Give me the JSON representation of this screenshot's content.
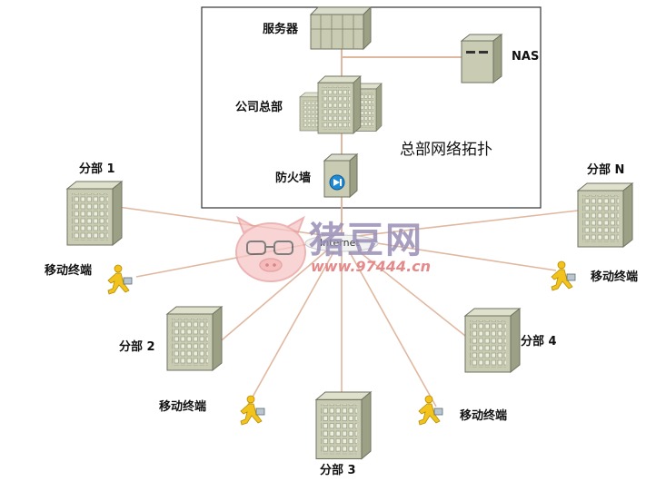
{
  "hq": {
    "title": "总部网络拓扑",
    "server_label": "服务器",
    "nas_label": "NAS",
    "company_label": "公司总部",
    "firewall_label": "防火墙"
  },
  "internet_label": "Internet",
  "branches": {
    "b1": "分部 1",
    "b2": "分部 2",
    "b3": "分部 3",
    "b4": "分部 4",
    "bn": "分部 N"
  },
  "mobile": {
    "m1": "移动终端",
    "m2": "移动终端",
    "m3": "移动终端",
    "m4": "移动终端"
  },
  "watermark": {
    "text": "猪豆网",
    "url": "www.97444.cn"
  },
  "colors": {
    "link_line": "#e0b8a0",
    "building_fill": "#c9ccb3",
    "building_dark": "#8e9278",
    "window": "#e9ebdc",
    "person": "#f2c21d",
    "frame": "#333333"
  }
}
